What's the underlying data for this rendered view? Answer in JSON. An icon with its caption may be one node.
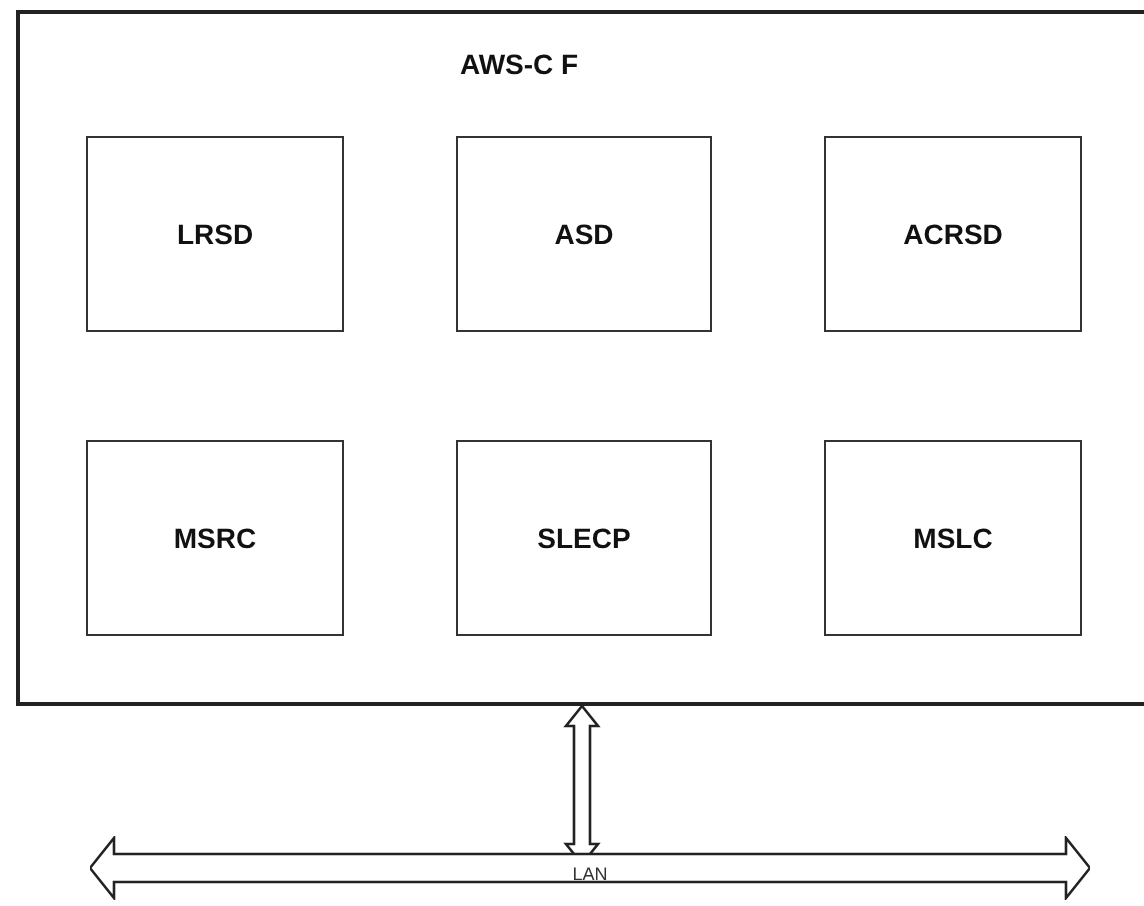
{
  "diagram": {
    "nodes": [
      {
        "text": [
          "AWS-C F"
        ]
      },
      {
        "text": [
          "LRSD"
        ],
        "in": 0
      },
      {
        "text": [
          "ASD"
        ],
        "in": 0
      },
      {
        "text": [
          "ACRSD"
        ],
        "in": 0
      },
      {
        "text": [
          "MSRC"
        ],
        "in": 0
      },
      {
        "text": [
          "SLECP"
        ],
        "in": 0
      },
      {
        "text": [
          "MSLC"
        ],
        "in": 0
      },
      {
        "text": [
          "LAN"
        ]
      }
    ],
    "edges": [
      {
        "from": 0,
        "to": 7,
        "arrow": "both"
      }
    ]
  }
}
